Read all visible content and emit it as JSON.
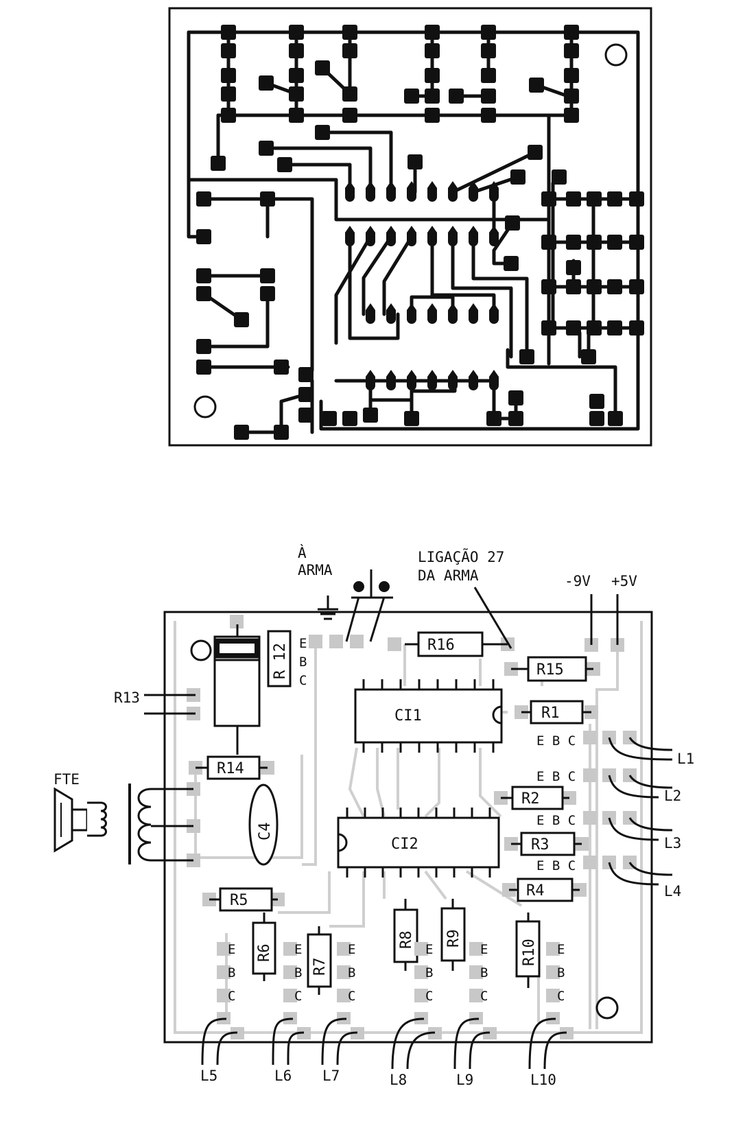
{
  "labels": {
    "arma_top": "À",
    "arma_bottom": "ARMA",
    "ligacao_top": "LIGAÇÃO 27",
    "ligacao_bottom": "DA  ARMA",
    "neg9v": "-9V",
    "pos5v": "+5V",
    "fte": "FTE",
    "r13": "R13",
    "r12": "R 12",
    "r14": "R14",
    "r16": "R16",
    "r15": "R15",
    "r1": "R1",
    "r2": "R2",
    "r3": "R3",
    "r4": "R4",
    "r5": "R5",
    "r6": "R6",
    "r7": "R7",
    "r8": "R8",
    "r9": "R9",
    "r10": "R10",
    "c4": "C4",
    "ci1": "CI1",
    "ci2": "CI2",
    "pin_e": "E",
    "pin_b": "B",
    "pin_c": "C",
    "ebc_right": "E  B  C",
    "l1": "L1",
    "l2": "L2",
    "l3": "L3",
    "l4": "L4",
    "l5": "L5",
    "l6": "L6",
    "l7": "L7",
    "l8": "L8",
    "l9": "L9",
    "l10": "L10"
  },
  "colors": {
    "ink": "#111111",
    "pad_gray": "#c8c8c8",
    "trace_gray": "#d9d9d9"
  }
}
